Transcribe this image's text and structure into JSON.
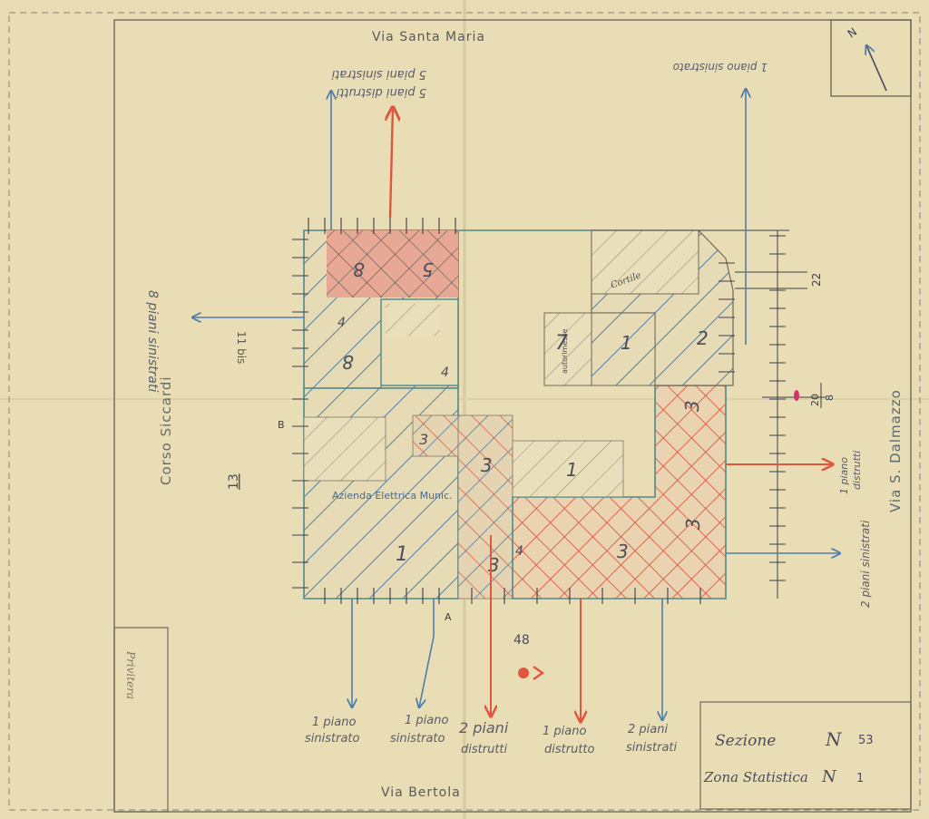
{
  "streets": {
    "north": "Via Santa Maria",
    "south": "Via Bertola",
    "west": "Corso Siccardi",
    "east": "Via S. Dalmazzo"
  },
  "building_labels": {
    "company": "Azienda Elettrica Munic.",
    "cortile": "Cortile",
    "autorimesse": "autorimesse",
    "house_number_west": "11 bis",
    "house_number_south": "48",
    "block_number": "13",
    "neighbour": "Privitera"
  },
  "section_markers": {
    "a": "A",
    "b": "B"
  },
  "dimensions": {
    "upper": "22",
    "lower_top": "20",
    "lower_bottom": "8"
  },
  "floor_counts": [
    "8",
    "5",
    "4",
    "8",
    "4",
    "7",
    "2",
    "1",
    "3",
    "3",
    "1",
    "3",
    "3",
    "3",
    "3",
    "4",
    "1"
  ],
  "damage_notes": {
    "top_center_line1": "5 piani distrutti",
    "top_center_line2": "5 piani sinistrati",
    "top_right": "1 piano sinistrato",
    "left": "8 piani sinistrati",
    "right_upper_line1": "1 piano",
    "right_upper_line2": "distrutti",
    "right_lower": "2 piani sinistrati",
    "b1_line1": "1 piano",
    "b1_line2": "sinistrato",
    "b2_line1": "1 piano",
    "b2_line2": "sinistrato",
    "b3_line1": "2 piani",
    "b3_line2": "distrutti",
    "b4_line1": "1 piano",
    "b4_line2": "distrutto",
    "b5_line1": "2 piani",
    "b5_line2": "sinistrati"
  },
  "legend": {
    "section_label": "Sezione",
    "section_prefix": "N",
    "section_value": "53",
    "zone_label": "Zona Statistica",
    "zone_prefix": "N",
    "zone_value": "1"
  },
  "compass": {
    "label": "N"
  },
  "colors": {
    "paper": "#e8ddb5",
    "border": "#6f6a58",
    "blue": "#4e7fa8",
    "red": "#e0563f",
    "pencil": "#5e5a4c",
    "teal": "#4d8a8c"
  }
}
